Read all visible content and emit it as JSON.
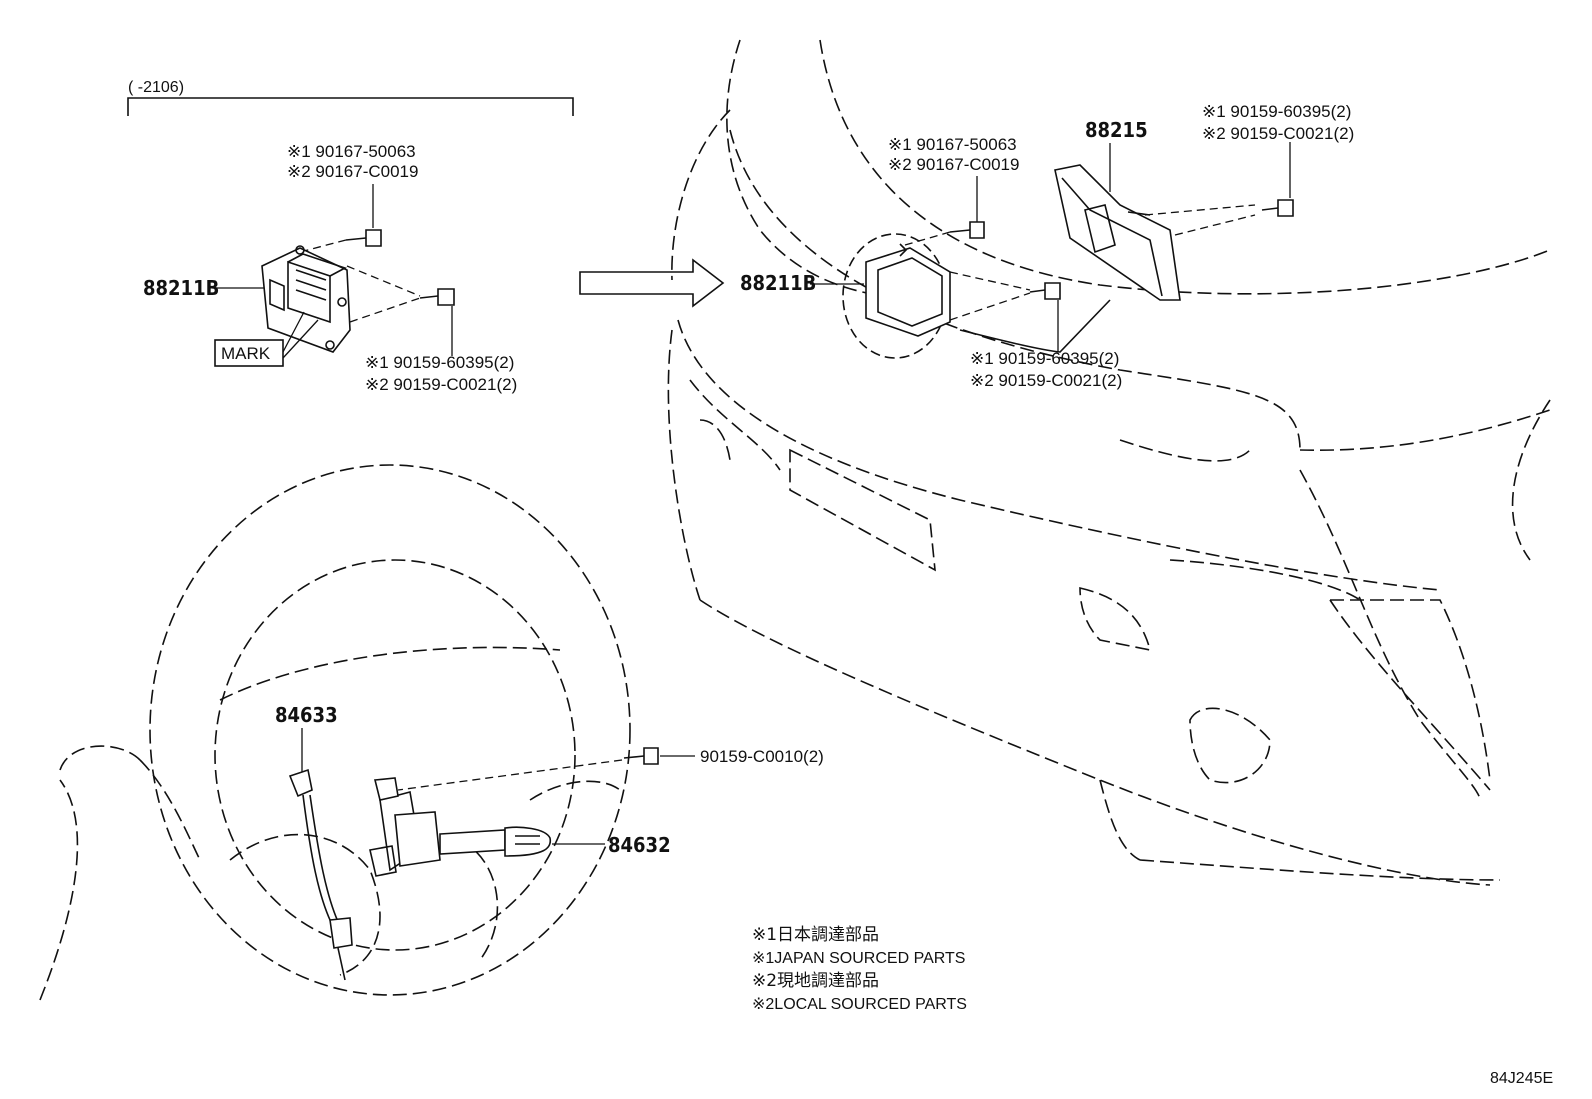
{
  "range_note": "(          -2106)",
  "left_group": {
    "bolt_top": {
      "line1": "※1 90167-50063",
      "line2": "※2 90167-C0019"
    },
    "sensor_label": "88211B",
    "mark_label": "MARK",
    "bolt_right": {
      "line1": "※1 90159-60395(2)",
      "line2": "※2 90159-C0021(2)"
    }
  },
  "right_group": {
    "bolt_top": {
      "line1": "※1 90167-50063",
      "line2": "※2 90167-C0019"
    },
    "sensor_label": "88211B",
    "bracket_label": "88215",
    "bracket_bolt": {
      "line1": "※1 90159-60395(2)",
      "line2": "※2 90159-C0021(2)"
    },
    "bolt_lower": {
      "line1": "※1 90159-60395(2)",
      "line2": "※2 90159-C0021(2)"
    }
  },
  "steering": {
    "harness_label": "84633",
    "screw_label": "90159-C0010(2)",
    "switch_label": "84632"
  },
  "notes": [
    "※1日本調達部品",
    "※1JAPAN SOURCED PARTS",
    "※2現地調達部品",
    "※2LOCAL SOURCED PARTS"
  ],
  "figure_code": "84J245E"
}
